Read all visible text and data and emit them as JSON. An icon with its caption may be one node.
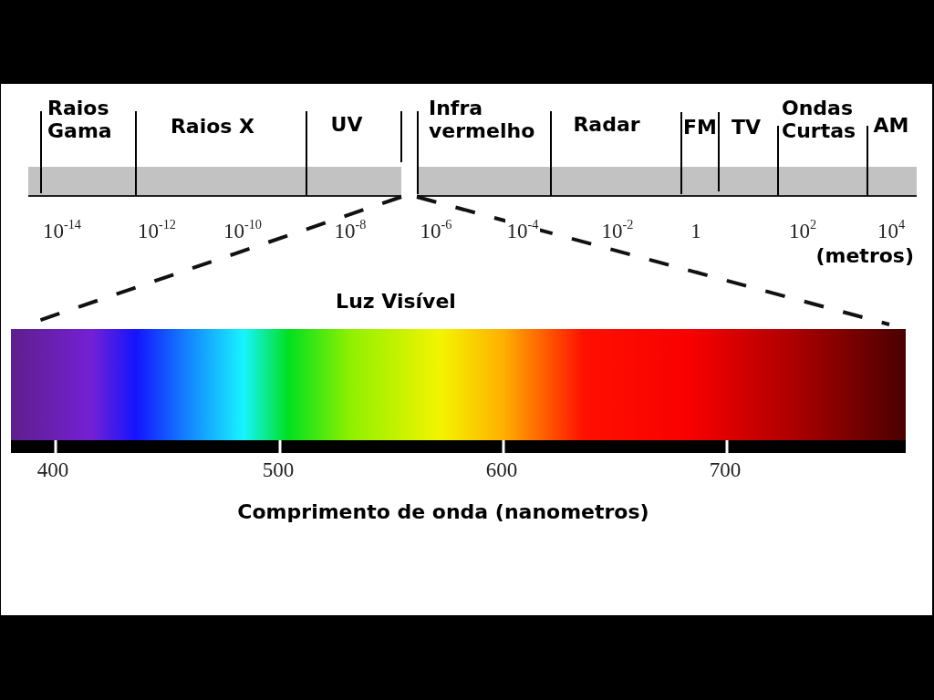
{
  "diagram": {
    "labels": [
      "Raios Gama",
      "Raios X",
      "UV",
      "Infra vermelho",
      "Radar",
      "FM",
      "TV",
      "Ondas Curtas",
      "AM",
      "10$^{-14}$",
      "10$^{-12}$",
      "10$^{-10}$",
      "10$^{-8}$",
      "10$^{-6}$",
      "10$^{-4}$",
      "10$^{-2}$",
      "1",
      "10$^{2}$",
      "10$^{4}$",
      "(metros)",
      "Luz Visível",
      "400",
      "500",
      "600",
      "700",
      "Comprimento de onda (nanometros)"
    ]
  }
}
